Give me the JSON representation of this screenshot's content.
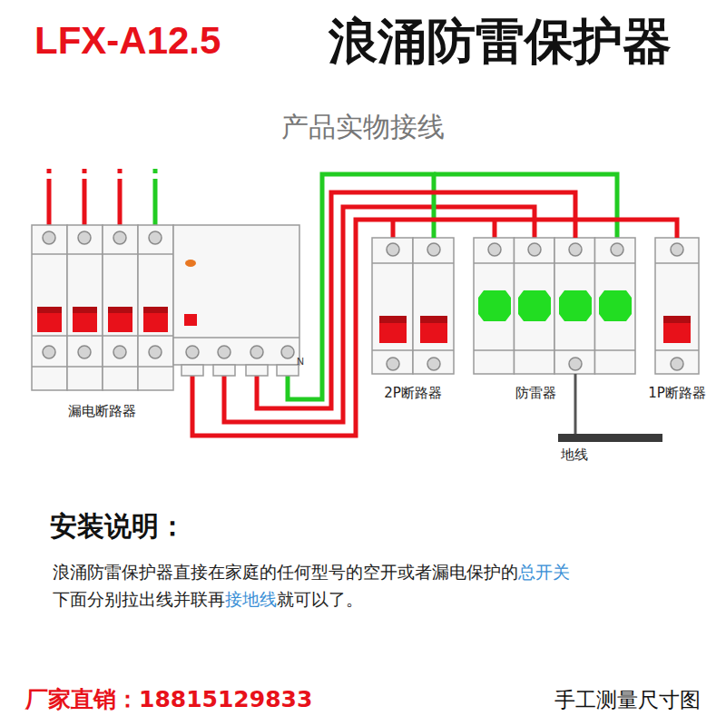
{
  "diagram": {
    "title": "浪涌防雷保护器",
    "nodes": [
      {
        "text": [
          "漏电断路器"
        ]
      },
      {
        "text": [
          "2P断路器"
        ]
      },
      {
        "text": [
          "防雷器"
        ]
      },
      {
        "text": [
          "1P断路器"
        ]
      },
      {
        "text": [
          "地线"
        ]
      }
    ],
    "edges": [
      {
        "from": 0,
        "to": 1,
        "arrow": "none"
      },
      {
        "from": 0,
        "to": 2,
        "arrow": "none"
      },
      {
        "from": 0,
        "to": 3,
        "arrow": "none"
      },
      {
        "from": 2,
        "to": 4,
        "arrow": "none"
      }
    ],
    "labels": [
      "LFX-A12.5",
      "产品实物接线",
      "N",
      "安装说明：",
      "浪涌防雷保护器直接在家庭的任何型号的空开或者漏电保护的",
      "总开关",
      "下面分别拉出线并联再",
      "接地线",
      "就可以了。",
      "厂家直销：18815129833",
      "手工测量尺寸图"
    ]
  }
}
